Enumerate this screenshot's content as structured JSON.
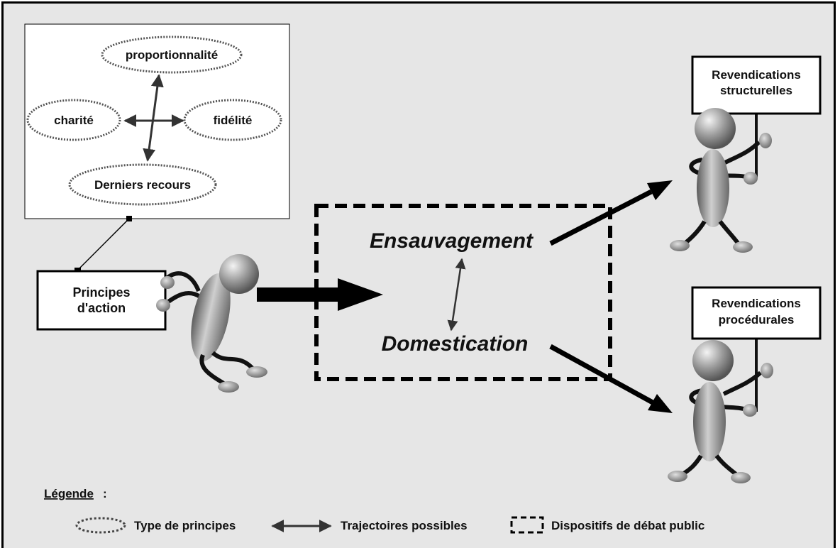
{
  "diagram": {
    "principles": {
      "top": "proportionnalité",
      "left": "charité",
      "right": "fidélité",
      "bottom": "Derniers recours"
    },
    "principes_box": {
      "line1": "Principes",
      "line2": "d'action"
    },
    "center": {
      "top": "Ensauvagement",
      "bottom": "Domestication"
    },
    "signs": {
      "structurelles": {
        "line1": "Revendications",
        "line2": "structurelles"
      },
      "procedurales": {
        "line1": "Revendications",
        "line2": "procédurales"
      }
    },
    "legend": {
      "title": "Légende",
      "colon": ":",
      "type_principes": "Type de principes",
      "trajectoires": "Trajectoires possibles",
      "dispositifs": "Dispositifs de débat public"
    }
  },
  "colors": {
    "background": "#e6e6e6",
    "figure_dark": "#666666",
    "figure_light": "#c8c8c8",
    "ink": "#000000"
  }
}
